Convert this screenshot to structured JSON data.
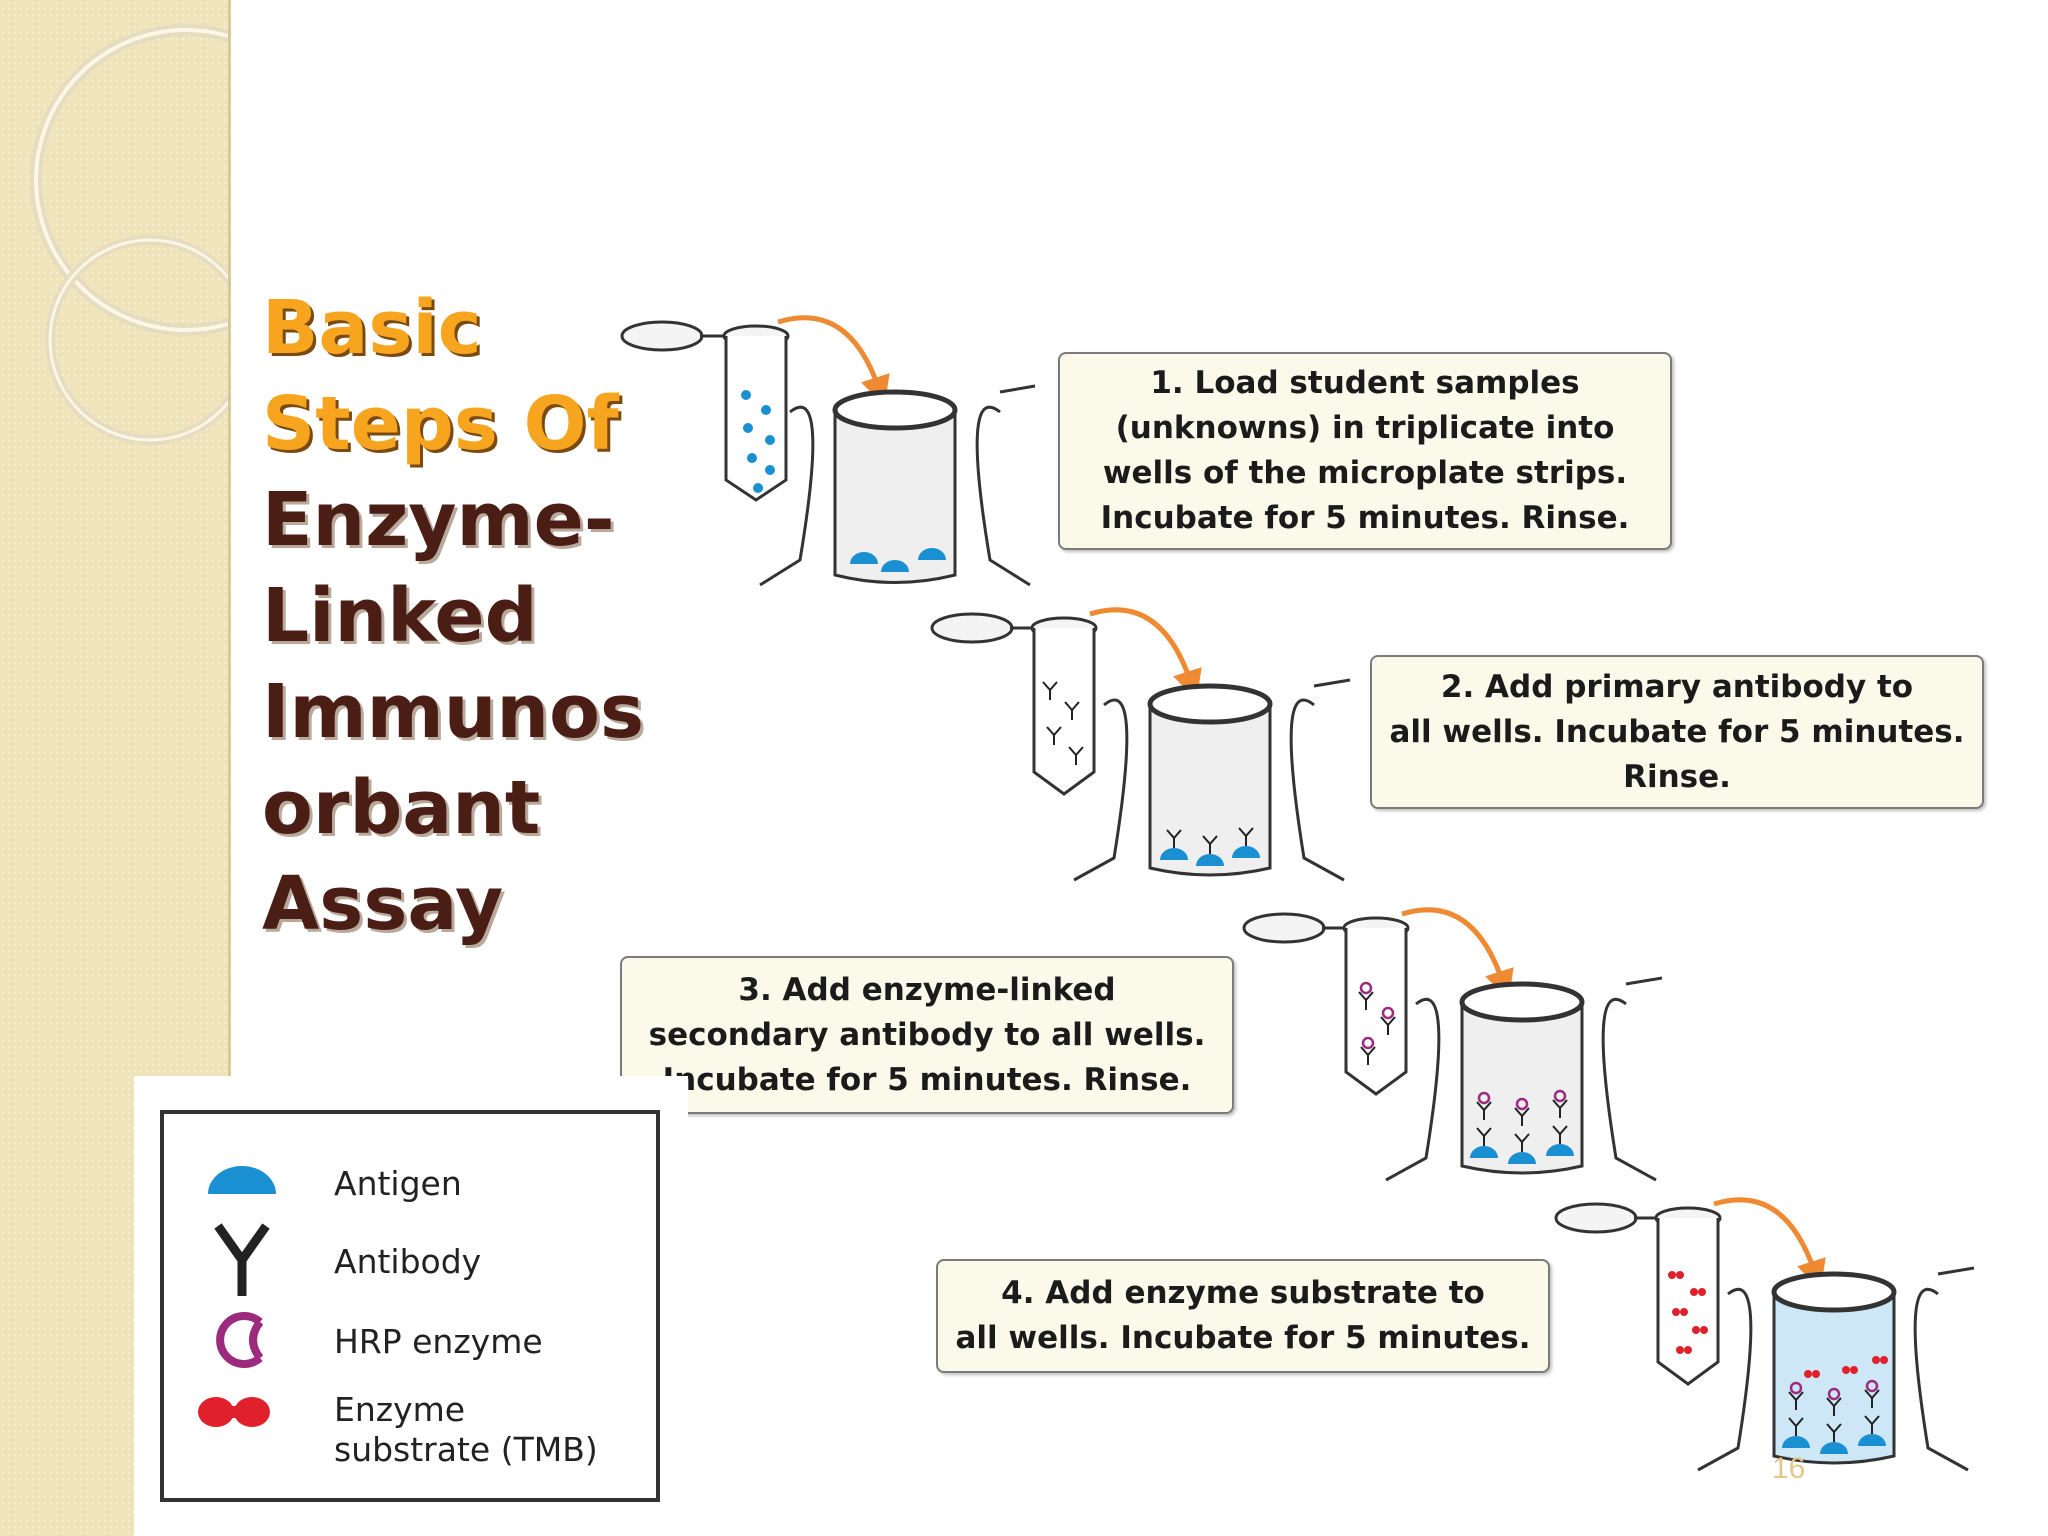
{
  "title": {
    "line1": "Basic",
    "line2": "Steps Of",
    "line3": "Enzyme-",
    "line4": "Linked",
    "line5": "Immunos",
    "line6": "orbant",
    "line7": "Assay"
  },
  "steps": [
    {
      "text": "1. Load student samples\n(unknowns) in triplicate into\nwells of the microplate strips.\nIncubate for 5 minutes. Rinse."
    },
    {
      "text": "2. Add primary antibody to\nall wells. Incubate for 5 minutes.\nRinse."
    },
    {
      "text": "3. Add enzyme-linked\nsecondary antibody to all wells.\nIncubate for 5 minutes. Rinse."
    },
    {
      "text": "4. Add enzyme substrate to\nall wells. Incubate for 5 minutes."
    }
  ],
  "legend": [
    {
      "icon": "antigen-icon",
      "label": "Antigen"
    },
    {
      "icon": "antibody-icon",
      "label": "Antibody"
    },
    {
      "icon": "hrp-enzyme-icon",
      "label": "HRP enzyme"
    },
    {
      "icon": "enzyme-substrate-icon",
      "label": "Enzyme\nsubstrate (TMB)"
    }
  ],
  "page_number": "16",
  "colors": {
    "title_orange": "#f7a51f",
    "title_brown": "#4a1e14",
    "antigen": "#1a8fd1",
    "hrp": "#9c2a7d",
    "substrate": "#e0202a",
    "arrow": "#ef8a32",
    "sidebar": "#efe3b9"
  }
}
